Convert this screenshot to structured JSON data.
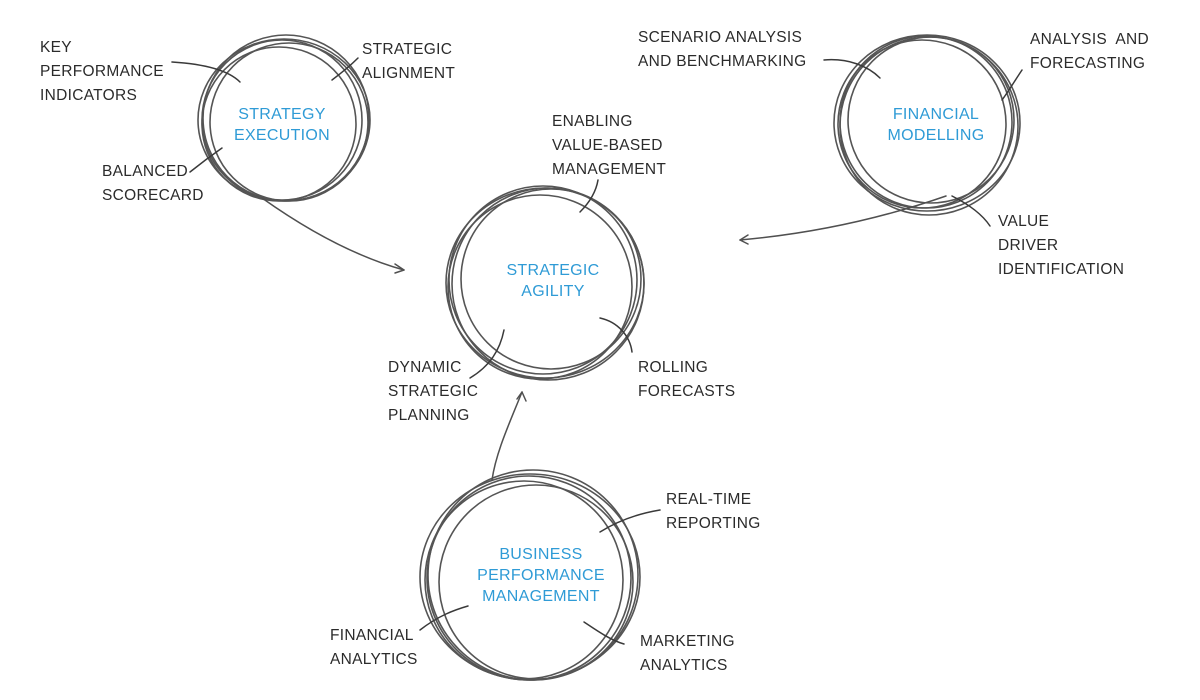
{
  "colors": {
    "hub_text": "#2f9bd6",
    "label_text": "#2b2b2b",
    "sketch_stroke": "#555555"
  },
  "hubs": {
    "strategy_execution": [
      "STRATEGY",
      "EXECUTION"
    ],
    "strategic_agility": [
      "STRATEGIC",
      "AGILITY"
    ],
    "financial_modelling": [
      "FINANCIAL",
      "MODELLING"
    ],
    "business_performance": [
      "BUSINESS",
      "PERFORMANCE",
      "MANAGEMENT"
    ]
  },
  "labels": {
    "key_performance_indicators": [
      "KEY",
      "PERFORMANCE",
      "INDICATORS"
    ],
    "strategic_alignment": [
      "STRATEGIC",
      "ALIGNMENT"
    ],
    "balanced_scorecard": [
      "BALANCED",
      "SCORECARD"
    ],
    "scenario_analysis": [
      "SCENARIO ANALYSIS",
      "AND BENCHMARKING"
    ],
    "analysis_forecasting": [
      "ANALYSIS  AND",
      "FORECASTING"
    ],
    "value_driver": [
      "VALUE",
      "DRIVER",
      "IDENTIFICATION"
    ],
    "enabling_vbm": [
      "ENABLING",
      "VALUE-BASED",
      "MANAGEMENT"
    ],
    "dynamic_planning": [
      "DYNAMIC",
      "STRATEGIC",
      "PLANNING"
    ],
    "rolling_forecasts": [
      "ROLLING",
      "FORECASTS"
    ],
    "real_time_reporting": [
      "REAL-TIME",
      "REPORTING"
    ],
    "financial_analytics": [
      "FINANCIAL",
      "ANALYTICS"
    ],
    "marketing_analytics": [
      "MARKETING",
      "ANALYTICS"
    ]
  }
}
